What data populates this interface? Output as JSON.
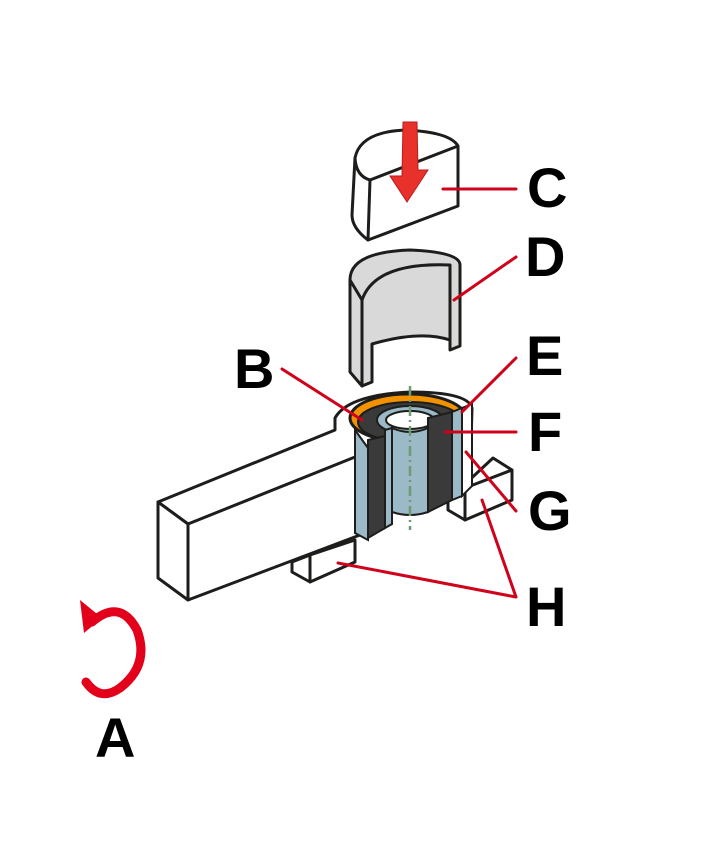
{
  "labels": {
    "A": "A",
    "B": "B",
    "C": "C",
    "D": "D",
    "E": "E",
    "F": "F",
    "G": "G",
    "H": "H"
  },
  "colors": {
    "leader_line": "#d0021b",
    "arrow": "#e8312a",
    "rotation_arrow": "#e2001a",
    "outline": "#1d1d1b",
    "sleeve": "#d9d9d9",
    "tube": "#9bb9c6",
    "liner": "#3a3a3a",
    "ring": "#f39200",
    "centerline": "#6e9a74"
  },
  "icons": {
    "press_arrow": "down-arrow-icon",
    "rotation": "rotate-ccw-icon"
  }
}
